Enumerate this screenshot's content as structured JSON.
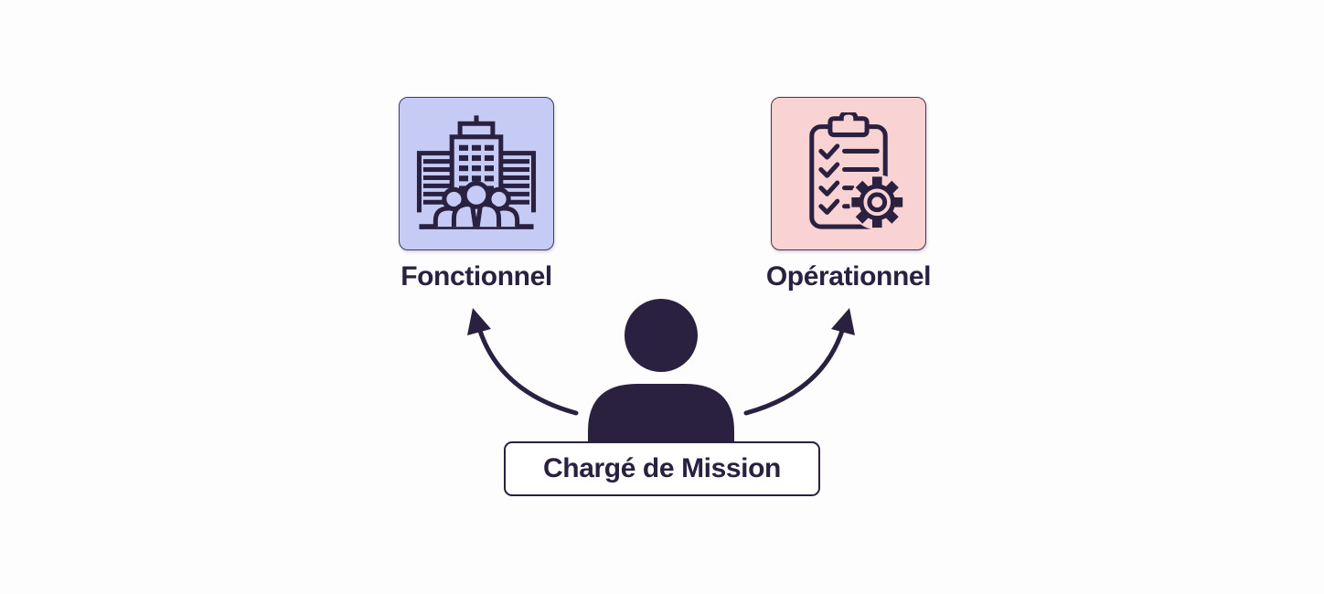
{
  "colors": {
    "background": "#fdfdfe",
    "ink": "#2a2040",
    "functional_fill": "#c5cbf4",
    "functional_border": "#3d3a6e",
    "operational_fill": "#f9d3d3",
    "operational_border": "#4a304e",
    "label_box_bg": "#ffffff"
  },
  "nodes": {
    "functional": {
      "label": "Fonctionnel",
      "icon": "building-with-people-icon"
    },
    "operational": {
      "label": "Opérationnel",
      "icon": "clipboard-checklist-gear-icon"
    },
    "role": {
      "label": "Chargé de Mission",
      "icon": "person-silhouette-icon"
    }
  },
  "arrows": [
    {
      "name": "arrow-to-functional",
      "from": "role",
      "to": "functional"
    },
    {
      "name": "arrow-to-operational",
      "from": "role",
      "to": "operational"
    }
  ]
}
